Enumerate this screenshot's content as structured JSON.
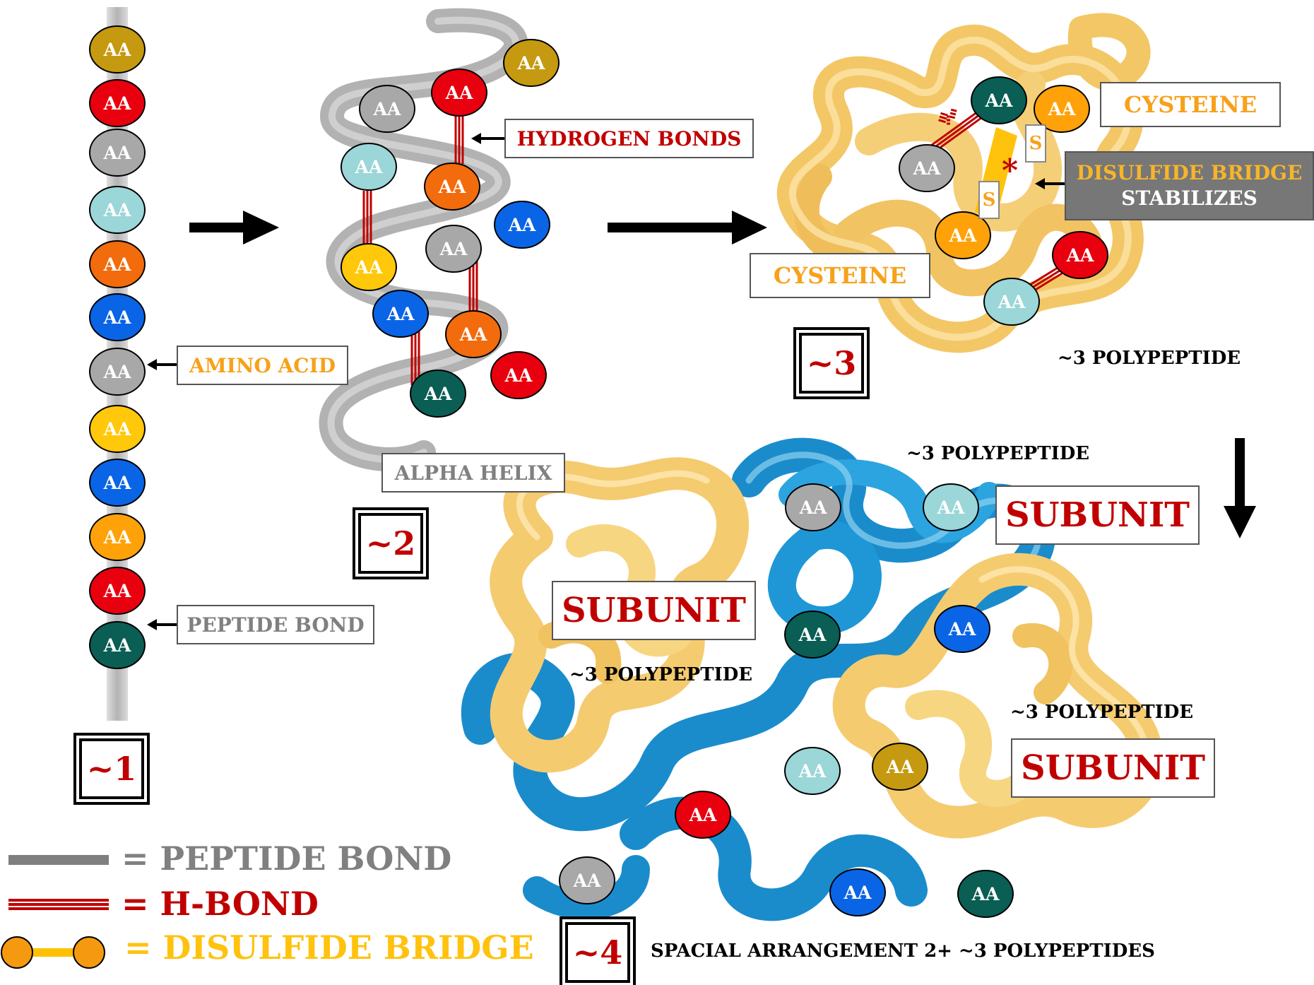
{
  "colors": {
    "gold": "#c59a10",
    "red": "#e8000f",
    "gray": "#a8a8a8",
    "lightblue": "#9bd6d8",
    "orange": "#f26b0c",
    "blue": "#0a64e6",
    "yellow": "#ffc80a",
    "lightorange": "#ffa20a",
    "teal": "#0a5e54",
    "label_red": "#c00000",
    "label_orange": "#f7a11a",
    "label_gray": "#808080",
    "backbone_gray": "#8d8d8d",
    "polypeptide_yellow": "#f7d27a",
    "polypeptide_blue": "#1a8ccc"
  },
  "residue_label": "AA",
  "stage1": {
    "chain": [
      "gold",
      "red",
      "gray",
      "lightblue",
      "orange",
      "blue",
      "gray",
      "yellow",
      "blue",
      "lightorange",
      "red",
      "teal"
    ],
    "amino_acid_label": "AMINO ACID",
    "peptide_bond_label": "PEPTIDE BOND",
    "marker": "~1"
  },
  "stage2": {
    "helix": [
      "gold",
      "red",
      "gray",
      "lightblue",
      "orange",
      "blue",
      "gray",
      "yellow",
      "blue",
      "orange",
      "red",
      "teal"
    ],
    "hydrogen_bonds_label": "HYDROGEN BONDS",
    "alpha_helix_label": "ALPHA HELIX",
    "marker": "~2"
  },
  "stage3": {
    "residues": [
      "teal",
      "lightorange",
      "gray",
      "lightorange",
      "red",
      "lightblue"
    ],
    "cysteine_top": "CYSTEINE",
    "cysteine_left": "CYSTEINE",
    "sulfur_label": "S",
    "bridge_mark": "*",
    "disulfide_line1": "DISULFIDE BRIDGE",
    "disulfide_line2": "STABILIZES",
    "polypeptide_label": "~3 POLYPEPTIDE",
    "marker": "~3"
  },
  "stage4": {
    "residues": [
      "gray",
      "lightblue",
      "teal",
      "blue",
      "lightblue",
      "gold",
      "red",
      "gray",
      "blue",
      "teal"
    ],
    "subunit_label": "SUBUNIT",
    "polypeptide_label": "~3 POLYPEPTIDE",
    "caption": "SPACIAL ARRANGEMENT 2+ ~3 POLYPEPTIDES",
    "marker": "~4"
  },
  "legend": {
    "peptide_bond": "= PEPTIDE BOND",
    "h_bond": "= H-BOND",
    "disulfide_bridge": "= DISULFIDE BRIDGE"
  }
}
